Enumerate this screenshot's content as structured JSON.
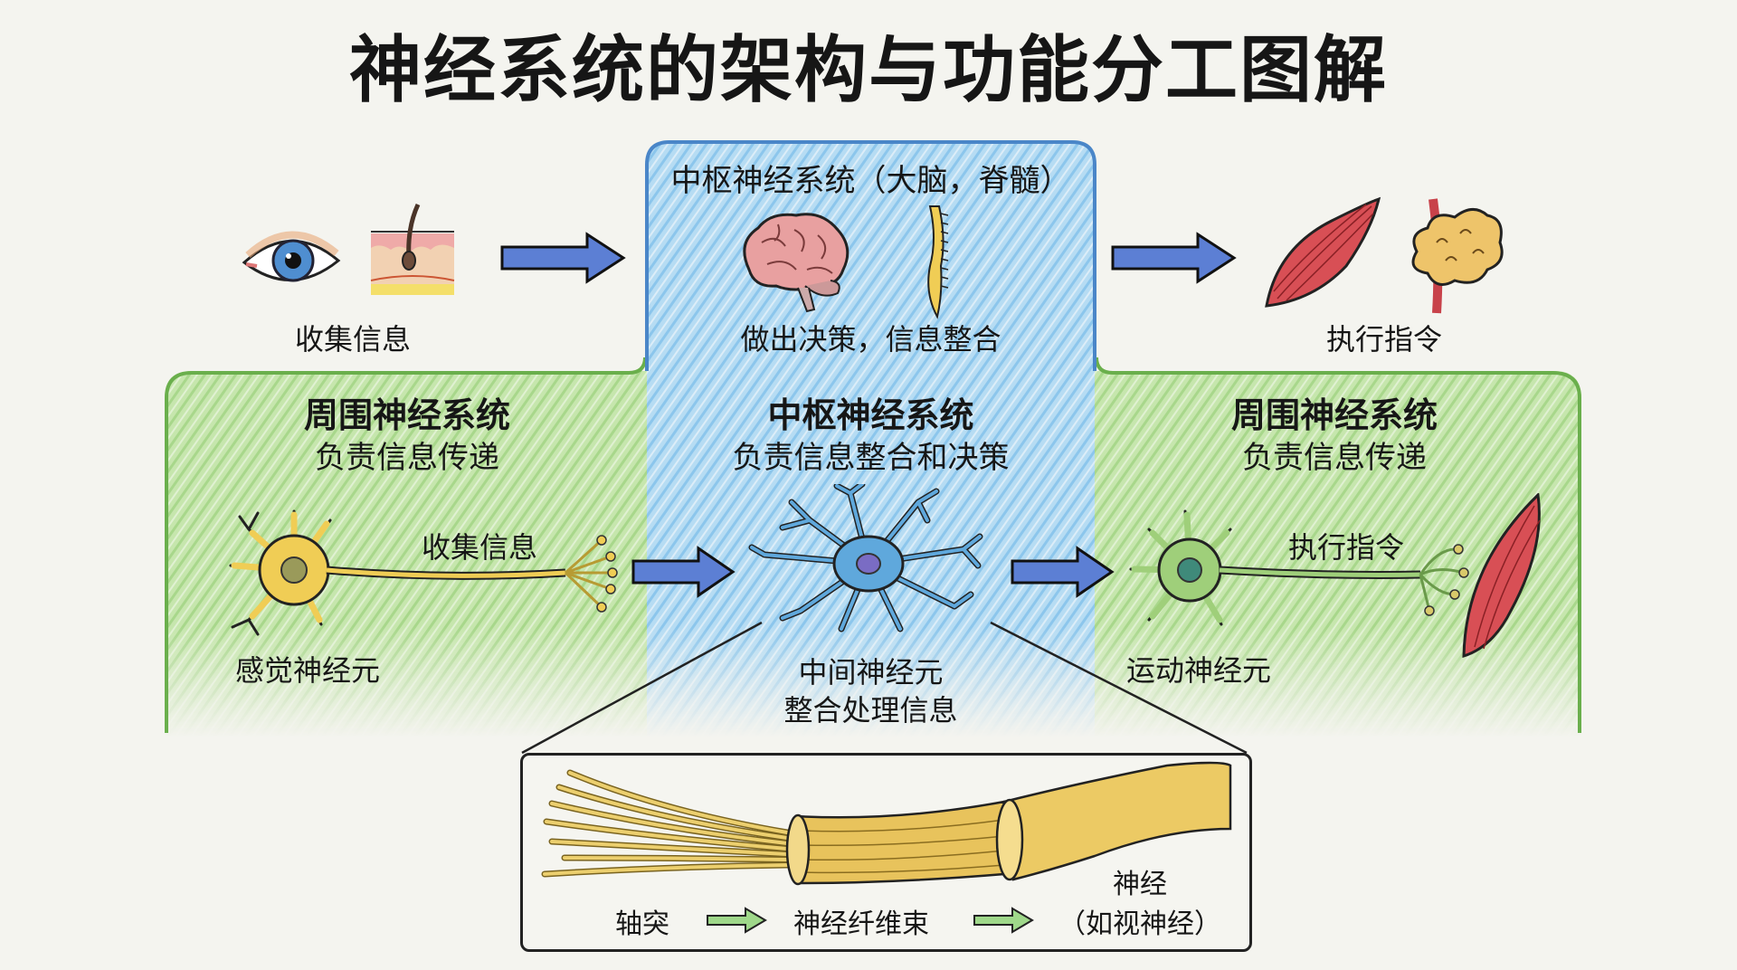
{
  "title": "神经系统的架构与功能分工图解",
  "colors": {
    "cns_blue": "#a9d3ef",
    "cns_border": "#4a86c8",
    "pns_green": "#b9df9d",
    "pns_border": "#6aaf4c",
    "arrow_blue": "#5c7fd4",
    "sensory_yellow": "#f0cd55",
    "inter_blue": "#5fa8dc",
    "motor_green": "#9fcf7a",
    "muscle_red": "#d84f55",
    "gland_orange": "#eec46a"
  },
  "top_row": {
    "input": {
      "label": "收集信息",
      "icons": [
        "eye-icon",
        "skin-hair-icon"
      ]
    },
    "cns_box": {
      "title": "中枢神经系统（大脑，脊髓）",
      "label": "做出决策，信息整合",
      "icons": [
        "brain-icon",
        "spinal-cord-icon"
      ]
    },
    "output": {
      "label": "执行指令",
      "icons": [
        "muscle-icon",
        "gland-icon"
      ]
    }
  },
  "middle_row": {
    "left": {
      "title": "周围神经系统",
      "subtitle": "负责信息传递",
      "neuron_label": "感觉神经元",
      "axon_label": "收集信息"
    },
    "center": {
      "title": "中枢神经系统",
      "subtitle": "负责信息整合和决策",
      "neuron_label": "中间神经元",
      "neuron_caption": "整合处理信息"
    },
    "right": {
      "title": "周围神经系统",
      "subtitle": "负责信息传递",
      "neuron_label": "运动神经元",
      "axon_label": "执行指令"
    }
  },
  "inset": {
    "steps": [
      "轴突",
      "神经纤维束",
      "神经"
    ],
    "step_note": "（如视神经）"
  }
}
